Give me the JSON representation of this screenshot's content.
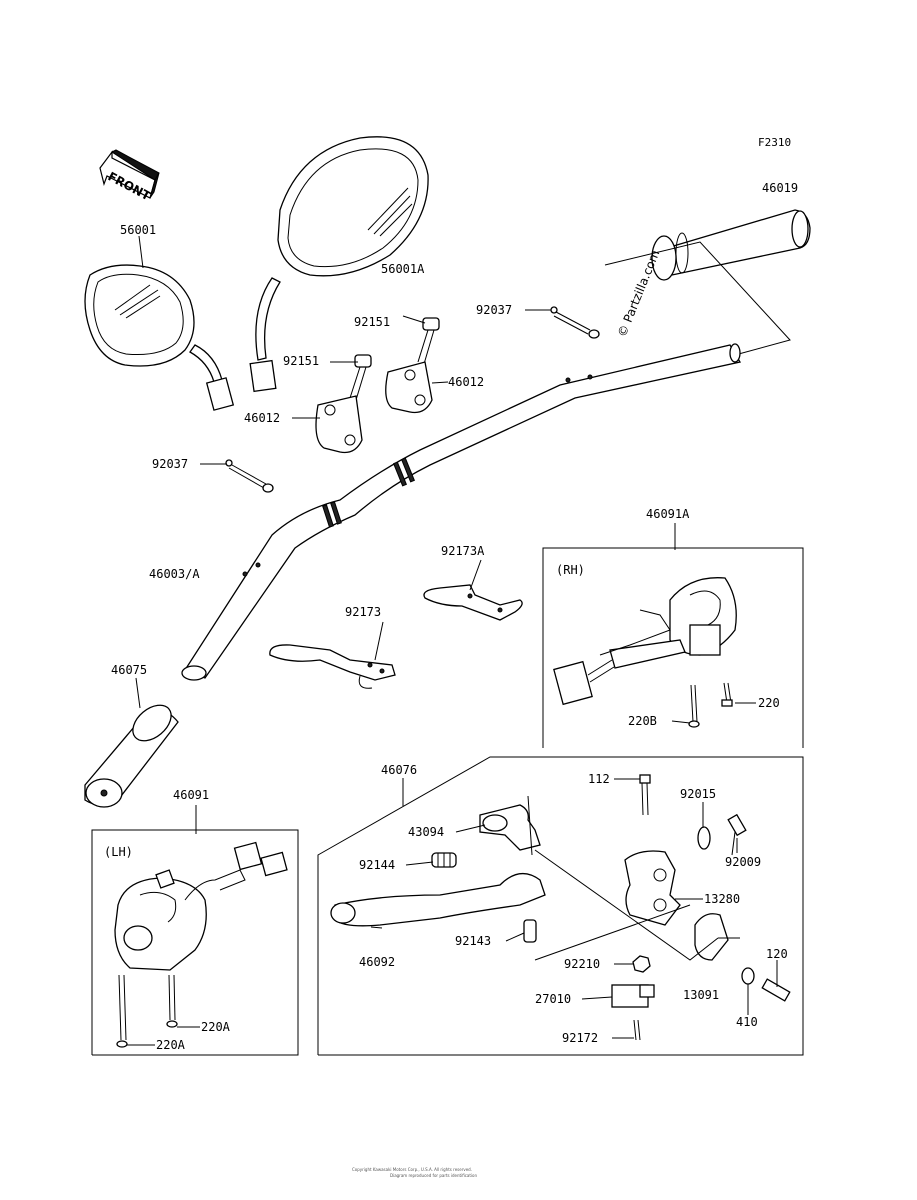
{
  "figure_ref": "F2310",
  "front_arrow_label": "FRONT",
  "watermark": "© Partzilla.com",
  "groups": {
    "rh": "(RH)",
    "lh": "(LH)"
  },
  "part_labels": {
    "p46019": "46019",
    "p56001": "56001",
    "p56001A": "56001A",
    "p92151a": "92151",
    "p92151b": "92151",
    "p92037a": "92037",
    "p92037b": "92037",
    "p46012a": "46012",
    "p46012b": "46012",
    "p46003": "46003/A",
    "p46091A": "46091A",
    "p92173A": "92173A",
    "p92173": "92173",
    "p46075": "46075",
    "p220": "220",
    "p220B": "220B",
    "p46076": "46076",
    "p112": "112",
    "p92015": "92015",
    "p43094": "43094",
    "p92009": "92009",
    "p92144": "92144",
    "p13280": "13280",
    "p46091": "46091",
    "p92143": "92143",
    "p46092": "46092",
    "p92210": "92210",
    "p120": "120",
    "p27010": "27010",
    "p13091": "13091",
    "p410": "410",
    "p92172": "92172",
    "p220A1": "220A",
    "p220A2": "220A"
  },
  "footer_lines": [
    "Copyright Kawasaki Motors Corp., U.S.A. All rights reserved.",
    "Diagram reproduced for parts identification"
  ]
}
